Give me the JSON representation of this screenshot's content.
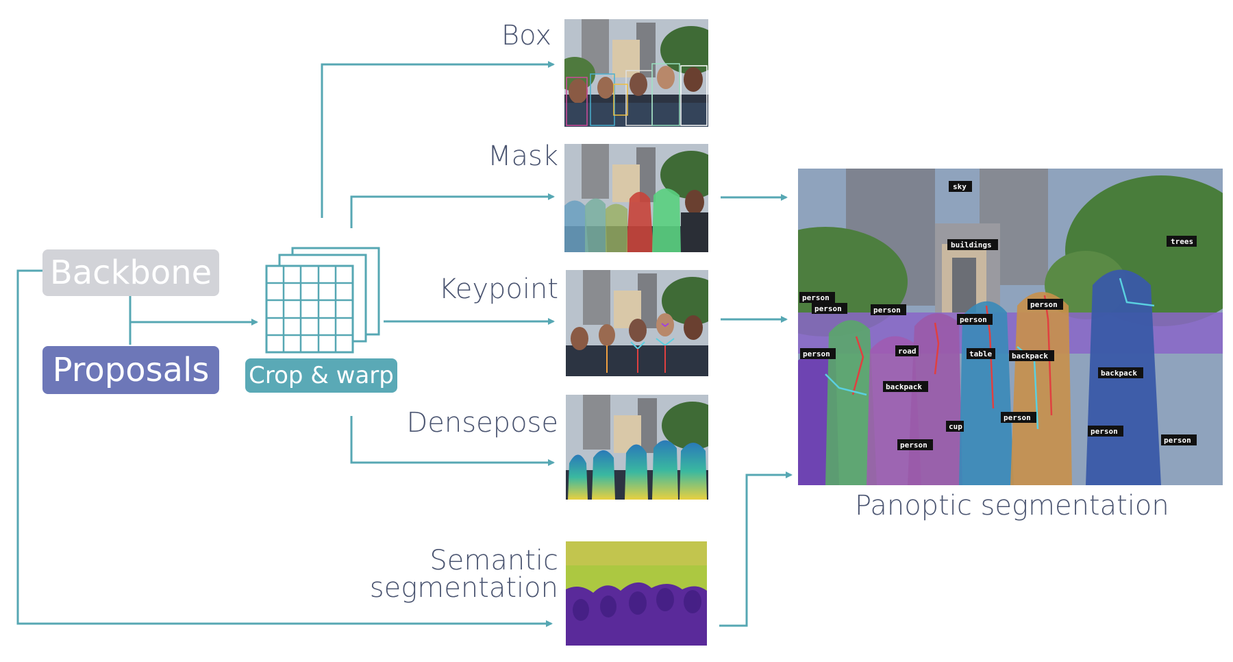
{
  "diagram": {
    "inputs": {
      "backbone": "Backbone",
      "proposals": "Proposals"
    },
    "crop_warp": "Crop & warp",
    "heads": {
      "box": "Box",
      "mask": "Mask",
      "keypoint": "Keypoint",
      "densepose": "Densepose",
      "semantic_line1": "Semantic",
      "semantic_line2": "segmentation"
    },
    "output": {
      "caption": "Panoptic segmentation",
      "tags": {
        "sky": "sky",
        "buildings": "buildings",
        "trees": "trees",
        "person": "person",
        "road": "road",
        "table": "table",
        "backpack": "backpack",
        "cup": "cup"
      }
    },
    "colors": {
      "arrow": "#56a7b3",
      "backbone": "#d2d3d8",
      "proposals": "#6d77b8",
      "crop_warp": "#5aa9b6",
      "grid": "#56a7b3",
      "label": "#4a5470"
    }
  }
}
